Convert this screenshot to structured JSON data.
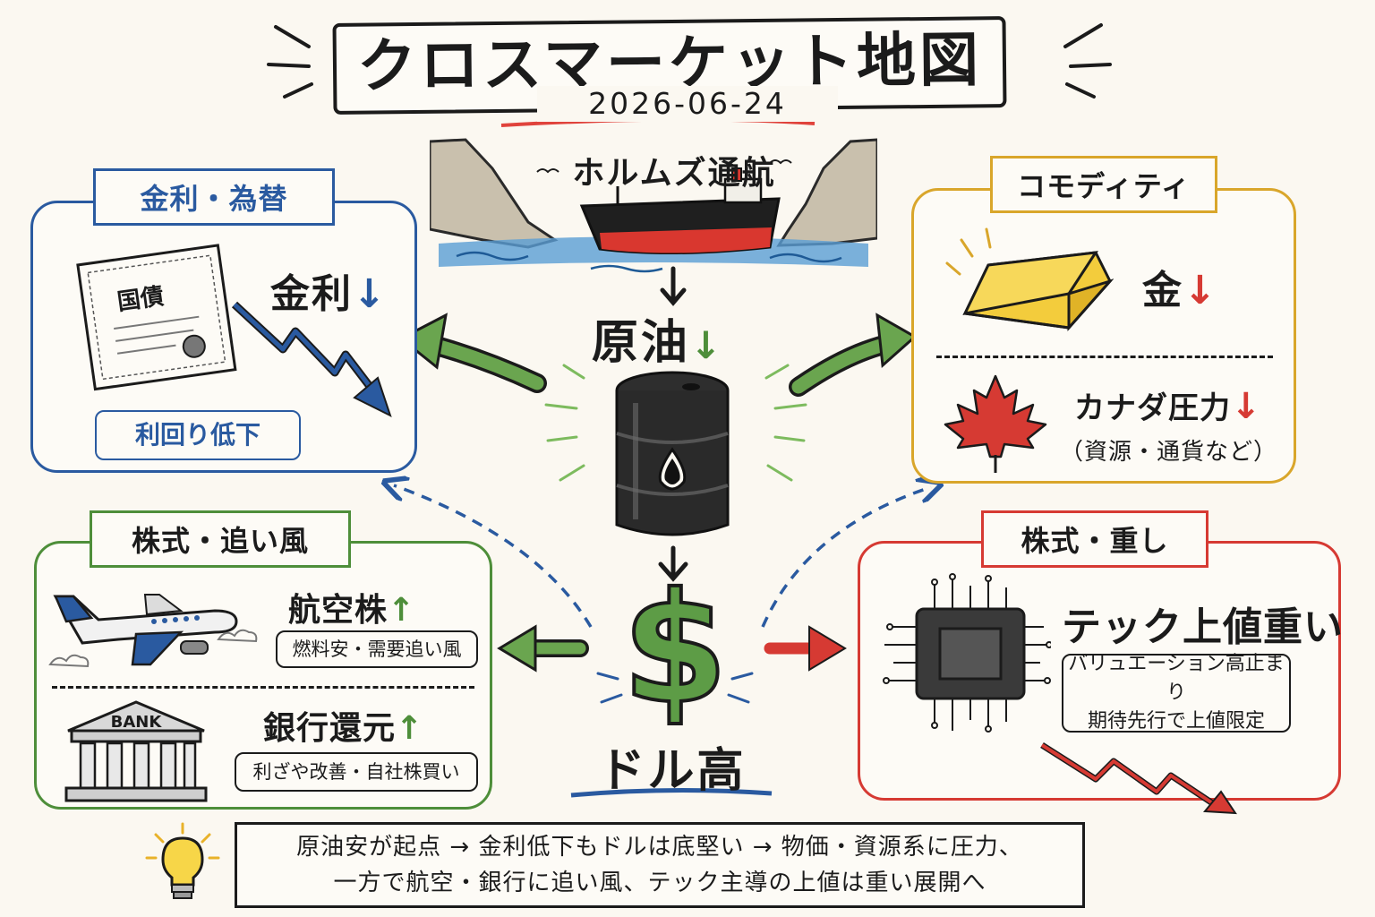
{
  "title": "クロスマーケット地図",
  "date": "2026-06-24",
  "top": {
    "label": "ホルムズ通航"
  },
  "center": {
    "oil": "原油",
    "dollar": "ドル高"
  },
  "panels": {
    "rates_fx": {
      "tag": "金利・為替",
      "bond_text": "国債",
      "label": "金利",
      "arrow": "↓",
      "note": "利回り低下"
    },
    "commodities": {
      "tag": "コモディティ",
      "gold_label": "金",
      "gold_arrow": "↓",
      "canada_label": "カナダ圧力",
      "canada_arrow": "↓",
      "canada_note": "（資源・通貨など）"
    },
    "equity_tailwind": {
      "tag": "株式・追い風",
      "airline_label": "航空株",
      "airline_arrow": "↑",
      "airline_note": "燃料安・需要追い風",
      "bank_label": "銀行還元",
      "bank_arrow": "↑",
      "bank_note": "利ざや改善・自社株買い",
      "bank_sign": "BANK"
    },
    "equity_headwind": {
      "tag": "株式・重し",
      "label": "テック上値重い",
      "note_line1": "バリュエーション高止まり",
      "note_line2": "期待先行で上値限定"
    }
  },
  "summary": {
    "line1": "原油安が起点 → 金利低下もドルは底堅い → 物価・資源系に圧力、",
    "line2": "一方で航空・銀行に追い風、テック主導の上値は重い展開へ"
  },
  "colors": {
    "blue": "#2a5aa0",
    "gold": "#d9a62b",
    "green": "#4e8e3a",
    "red": "#d63a33",
    "ink": "#1b1b1b"
  },
  "icons": [
    "tanker-ship-icon",
    "oil-barrel-icon",
    "dollar-sign-icon",
    "bond-certificate-icon",
    "gold-bar-icon",
    "maple-leaf-icon",
    "airplane-icon",
    "bank-building-icon",
    "microchip-icon",
    "lightbulb-icon",
    "trend-down-icon"
  ]
}
